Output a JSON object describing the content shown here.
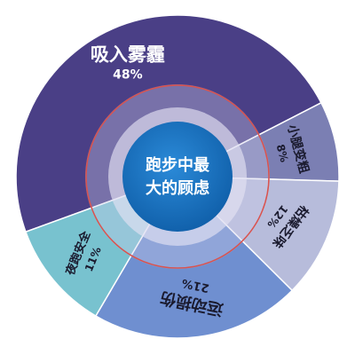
{
  "chart_data": {
    "type": "pie",
    "center_title_lines": [
      "跑步中最",
      "大的顾虑"
    ],
    "slices": [
      {
        "label": "吸入雾霾",
        "value_text": "48%",
        "value": 48,
        "color": "#4a3f86"
      },
      {
        "label": "小腿变粗",
        "value_text": "8%",
        "value": 8,
        "color": "#7b7fb3"
      },
      {
        "label": "枯燥乏味",
        "value_text": "12%",
        "value": 12,
        "color": "#b7bcdb"
      },
      {
        "label": "运动损伤",
        "value_text": "21%",
        "value": 21,
        "color": "#6f8fd0"
      },
      {
        "label": "夜跑安全",
        "value_text": "11%",
        "value": 11,
        "color": "#78c2cf"
      }
    ]
  },
  "colors": {
    "ring_outer": "#8c88c5",
    "ring_mid": "#c9c7e6",
    "ring_red_line": "#d9534f",
    "center": "#1f77c6"
  }
}
